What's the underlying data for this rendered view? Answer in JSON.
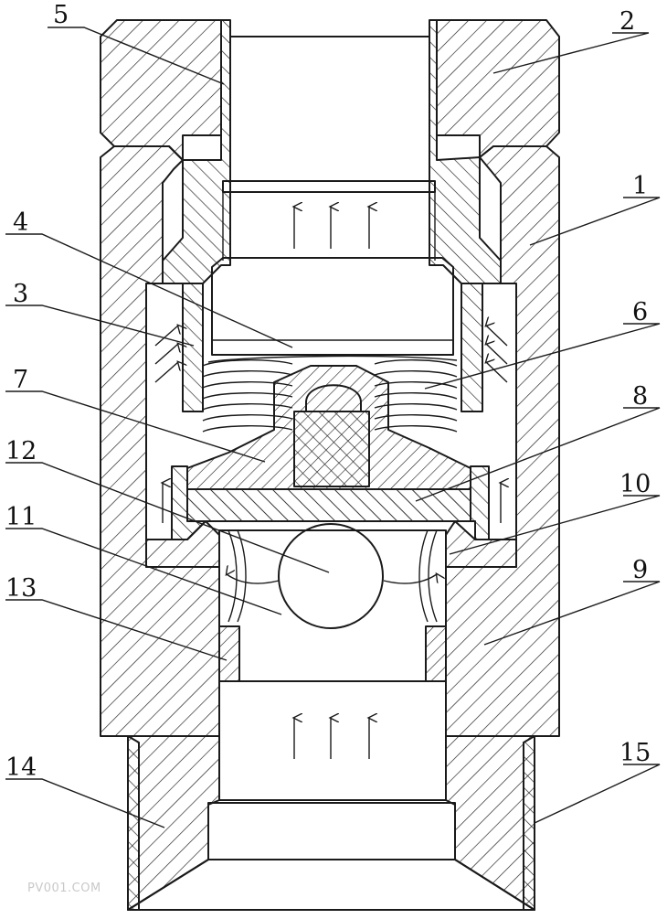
{
  "diagram": {
    "labels": {
      "n1": "1",
      "n2": "2",
      "n3": "3",
      "n4": "4",
      "n5": "5",
      "n6": "6",
      "n7": "7",
      "n8": "8",
      "n9": "9",
      "n10": "10",
      "n11": "11",
      "n12": "12",
      "n13": "13",
      "n14": "14",
      "n15": "15"
    },
    "watermark": "PV001.COM"
  }
}
